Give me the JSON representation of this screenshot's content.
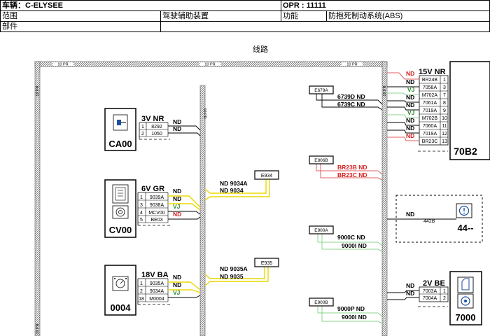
{
  "header": {
    "vehicle_label": "车辆：C-ELYSEE",
    "opr_label": "OPR : 11111",
    "scope_label": "范围",
    "scope_value": "驾驶辅助装置",
    "function_label": "功能",
    "function_value": "防抱死制动系统(ABS)",
    "parts_label": "部件"
  },
  "diagram": {
    "title": "线路",
    "bus_tags": [
      "10 PR",
      "10 PR",
      "10 PR",
      "19 PR",
      "19 PR",
      "50 PR",
      "19 PR"
    ],
    "components": {
      "ca00": {
        "id": "CA00",
        "connector": "3V NR",
        "pins": [
          {
            "n": "1",
            "code": "8292",
            "wire": "ND"
          },
          {
            "n": "2",
            "code": "1050",
            "wire": "ND"
          }
        ]
      },
      "cv00": {
        "id": "CV00",
        "connector": "6V GR",
        "pins": [
          {
            "n": "1",
            "code": "9039A",
            "wire": "ND"
          },
          {
            "n": "3",
            "code": "9038A",
            "wire": "ND"
          },
          {
            "n": "4",
            "code": "MCV00",
            "wire": "VJ"
          },
          {
            "n": "5",
            "code": "BE03",
            "wire": "ND"
          }
        ]
      },
      "c0004": {
        "id": "0004",
        "connector": "18V BA",
        "pins": [
          {
            "n": "1",
            "code": "9035A",
            "wire": "ND"
          },
          {
            "n": "2",
            "code": "9034A",
            "wire": "ND"
          },
          {
            "n": "18",
            "code": "M0004",
            "wire": "VJ"
          }
        ]
      },
      "c70b2": {
        "id": "70B2",
        "connector": "15V NR",
        "pins": [
          {
            "n": "1",
            "code": "BR24B",
            "wire": "ND"
          },
          {
            "n": "3",
            "code": "7058A",
            "wire": "ND"
          },
          {
            "n": "7",
            "code": "M702A",
            "wire": "VJ"
          },
          {
            "n": "8",
            "code": "7061A",
            "wire": "ND"
          },
          {
            "n": "9",
            "code": "7019A",
            "wire": "ND"
          },
          {
            "n": "10",
            "code": "M702B",
            "wire": "VJ"
          },
          {
            "n": "11",
            "code": "7060A",
            "wire": "ND"
          },
          {
            "n": "12",
            "code": "7019A",
            "wire": "ND"
          },
          {
            "n": "13",
            "code": "BR23C",
            "wire": "ND"
          }
        ]
      },
      "c44": {
        "id": "44--",
        "wire": "ND",
        "code": "442B"
      },
      "c7000": {
        "id": "7000",
        "connector": "2V BE",
        "pins": [
          {
            "n": "1",
            "code": "7003A",
            "wire": "ND"
          },
          {
            "n": "2",
            "code": "7004A",
            "wire": "ND"
          }
        ]
      }
    },
    "splices": {
      "e934": {
        "id": "E934",
        "wires": [
          "ND 9034A",
          "ND 9034"
        ]
      },
      "e935": {
        "id": "E935",
        "wires": [
          "ND 9035A",
          "ND 9035"
        ]
      },
      "e679a": {
        "id": "E679A",
        "wires": [
          "6739D ND",
          "6739C ND"
        ]
      },
      "e806b": {
        "id": "E806B",
        "wires": [
          "BR23B ND",
          "BR23C ND"
        ]
      },
      "e900a": {
        "id": "E900A",
        "wires": [
          "9000C ND",
          "9000I ND"
        ]
      },
      "e900b": {
        "id": "E900B",
        "wires": [
          "9000P ND",
          "9000I ND"
        ]
      }
    }
  },
  "colors": {
    "nd": "#000000",
    "red": "#d42020",
    "green": "#2a8a2a",
    "yellow": "#e8d800",
    "redwire": "#e06060",
    "greenwire": "#8cd48c"
  }
}
